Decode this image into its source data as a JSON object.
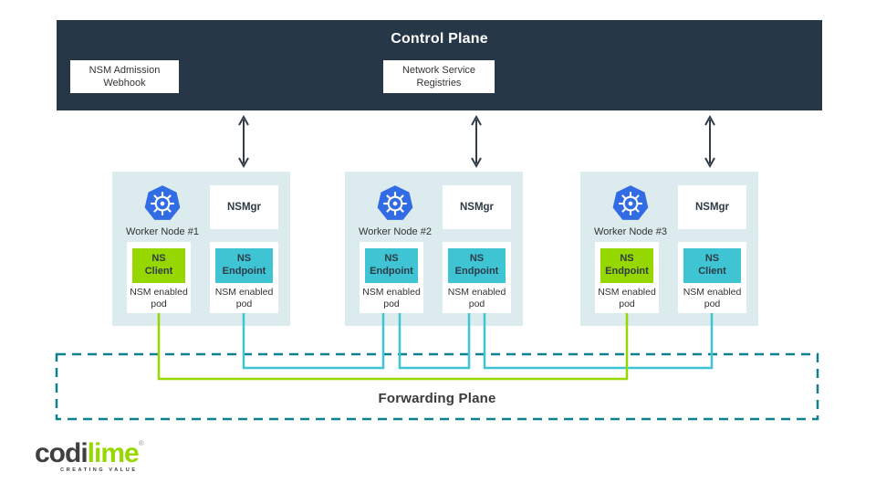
{
  "control_plane": {
    "title": "Control Plane",
    "webhook": "NSM Admission\nWebhook",
    "registries": "Network Service\nRegistries"
  },
  "nodes": [
    {
      "label": "Worker Node #1",
      "nsmgr": "NSMgr",
      "pods": [
        {
          "name": "NS\nClient",
          "color": "#97d700",
          "caption": "NSM enabled\npod"
        },
        {
          "name": "NS\nEndpoint",
          "color": "#3fc4d4",
          "caption": "NSM enabled\npod"
        }
      ]
    },
    {
      "label": "Worker Node #2",
      "nsmgr": "NSMgr",
      "pods": [
        {
          "name": "NS\nEndpoint",
          "color": "#3fc4d4",
          "caption": "NSM enabled\npod"
        },
        {
          "name": "NS\nEndpoint",
          "color": "#3fc4d4",
          "caption": "NSM enabled\npod"
        }
      ]
    },
    {
      "label": "Worker Node #3",
      "nsmgr": "NSMgr",
      "pods": [
        {
          "name": "NS\nEndpoint",
          "color": "#97d700",
          "caption": "NSM enabled\npod"
        },
        {
          "name": "NS\nClient",
          "color": "#3fc4d4",
          "caption": "NSM enabled\npod"
        }
      ]
    }
  ],
  "forwarding_plane": {
    "title": "Forwarding Plane"
  },
  "connections": [
    {
      "from": "worker-node-1 NS Client",
      "to": "worker-node-3 NS Endpoint",
      "color": "#97d700"
    },
    {
      "from": "worker-node-1 NS Endpoint",
      "to": "worker-node-2 NS Endpoint (left)",
      "color": "#3fc4d4"
    },
    {
      "from": "worker-node-2 NS Endpoint (left)",
      "to": "worker-node-2 NS Endpoint (right)",
      "color": "#3fc4d4"
    },
    {
      "from": "worker-node-2 NS Endpoint (right)",
      "to": "worker-node-3 NS Client",
      "color": "#3fc4d4"
    }
  ],
  "colors": {
    "control_plane_bg": "#263848",
    "node_bg": "#dcebed",
    "green": "#97d700",
    "cyan": "#3fc4d4",
    "forwarding_dash": "#0f818e",
    "arrow": "#333d47",
    "kubernetes_blue": "#326ce5"
  },
  "logo": {
    "dark": "codi",
    "green": "lime",
    "registered": "®",
    "tagline": "CREATING VALUE"
  }
}
